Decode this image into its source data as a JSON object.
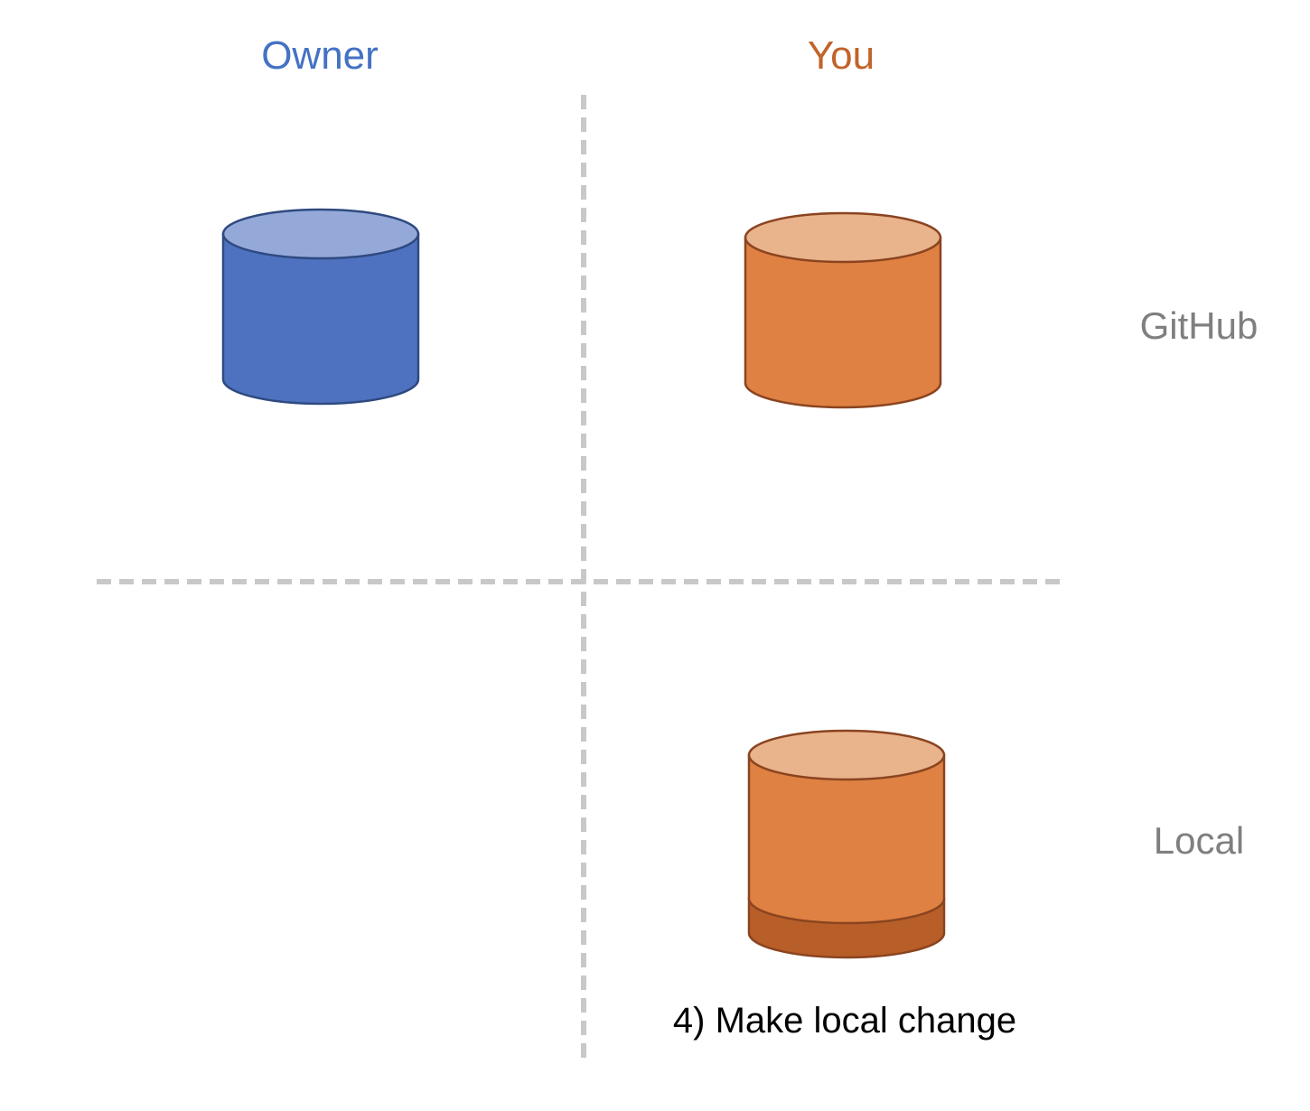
{
  "columns": {
    "owner": "Owner",
    "you": "You"
  },
  "rows": {
    "github": "GitHub",
    "local": "Local"
  },
  "caption": "4) Make local change",
  "colors": {
    "owner": "#4472C4",
    "owner_body": "#4E72BF",
    "owner_top": "#95A9D9",
    "owner_stroke": "#2F4A80",
    "you": "#C2632A",
    "you_body": "#DF8142",
    "you_top": "#E9B38B",
    "you_stroke": "#8A4420",
    "you_change_band": "#B85E28",
    "row_label": "#7F7F7F",
    "caption": "#000000",
    "divider": "#C8C8C8"
  }
}
